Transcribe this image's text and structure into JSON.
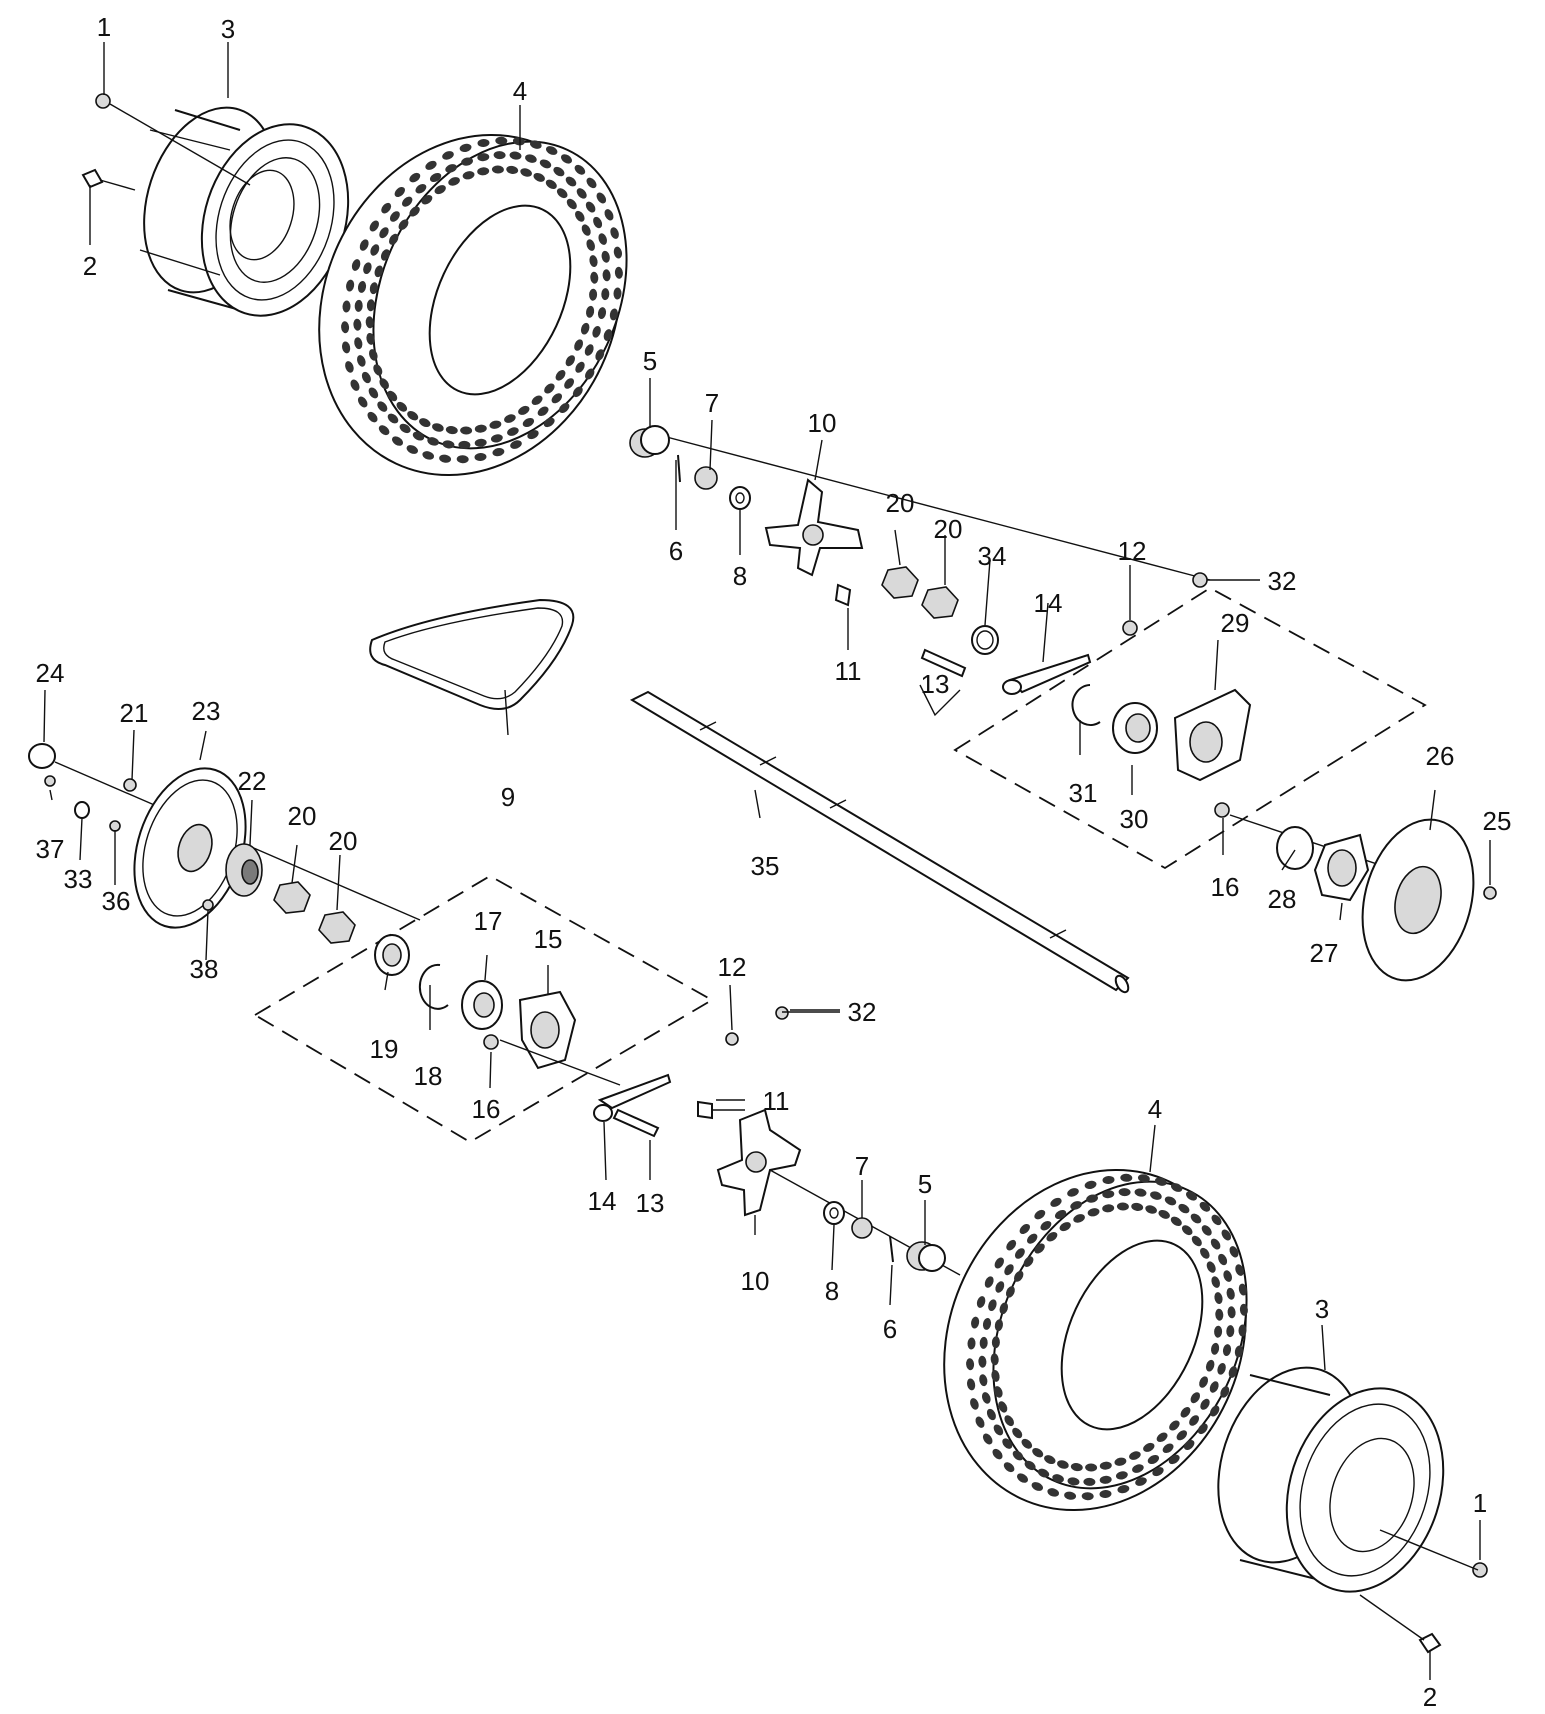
{
  "diagram": {
    "callouts": [
      {
        "id": "c1a",
        "text": "1"
      },
      {
        "id": "c2a",
        "text": "2"
      },
      {
        "id": "c3a",
        "text": "3"
      },
      {
        "id": "c4a",
        "text": "4"
      },
      {
        "id": "c5a",
        "text": "5"
      },
      {
        "id": "c6a",
        "text": "6"
      },
      {
        "id": "c7a",
        "text": "7"
      },
      {
        "id": "c8a",
        "text": "8"
      },
      {
        "id": "c9",
        "text": "9"
      },
      {
        "id": "c10a",
        "text": "10"
      },
      {
        "id": "c11a",
        "text": "11"
      },
      {
        "id": "c12a",
        "text": "12"
      },
      {
        "id": "c13a",
        "text": "13"
      },
      {
        "id": "c14a",
        "text": "14"
      },
      {
        "id": "c15",
        "text": "15"
      },
      {
        "id": "c16a",
        "text": "16"
      },
      {
        "id": "c16b",
        "text": "16"
      },
      {
        "id": "c17",
        "text": "17"
      },
      {
        "id": "c18",
        "text": "18"
      },
      {
        "id": "c19",
        "text": "19"
      },
      {
        "id": "c20a",
        "text": "20"
      },
      {
        "id": "c20b",
        "text": "20"
      },
      {
        "id": "c20c",
        "text": "20"
      },
      {
        "id": "c20d",
        "text": "20"
      },
      {
        "id": "c21",
        "text": "21"
      },
      {
        "id": "c22",
        "text": "22"
      },
      {
        "id": "c23",
        "text": "23"
      },
      {
        "id": "c24",
        "text": "24"
      },
      {
        "id": "c25",
        "text": "25"
      },
      {
        "id": "c26",
        "text": "26"
      },
      {
        "id": "c27",
        "text": "27"
      },
      {
        "id": "c28",
        "text": "28"
      },
      {
        "id": "c29",
        "text": "29"
      },
      {
        "id": "c30",
        "text": "30"
      },
      {
        "id": "c31",
        "text": "31"
      },
      {
        "id": "c32a",
        "text": "32"
      },
      {
        "id": "c32b",
        "text": "32"
      },
      {
        "id": "c33",
        "text": "33"
      },
      {
        "id": "c34",
        "text": "34"
      },
      {
        "id": "c35",
        "text": "35"
      },
      {
        "id": "c36",
        "text": "36"
      },
      {
        "id": "c37",
        "text": "37"
      },
      {
        "id": "c38",
        "text": "38"
      },
      {
        "id": "c12b",
        "text": "12"
      },
      {
        "id": "c14b",
        "text": "14"
      },
      {
        "id": "c13b",
        "text": "13"
      },
      {
        "id": "c11b",
        "text": "11"
      },
      {
        "id": "c10b",
        "text": "10"
      },
      {
        "id": "c8b",
        "text": "8"
      },
      {
        "id": "c7b",
        "text": "7"
      },
      {
        "id": "c6b",
        "text": "6"
      },
      {
        "id": "c5b",
        "text": "5"
      },
      {
        "id": "c4b",
        "text": "4"
      },
      {
        "id": "c3b",
        "text": "3"
      },
      {
        "id": "c1b",
        "text": "1"
      },
      {
        "id": "c2b",
        "text": "2"
      }
    ]
  }
}
